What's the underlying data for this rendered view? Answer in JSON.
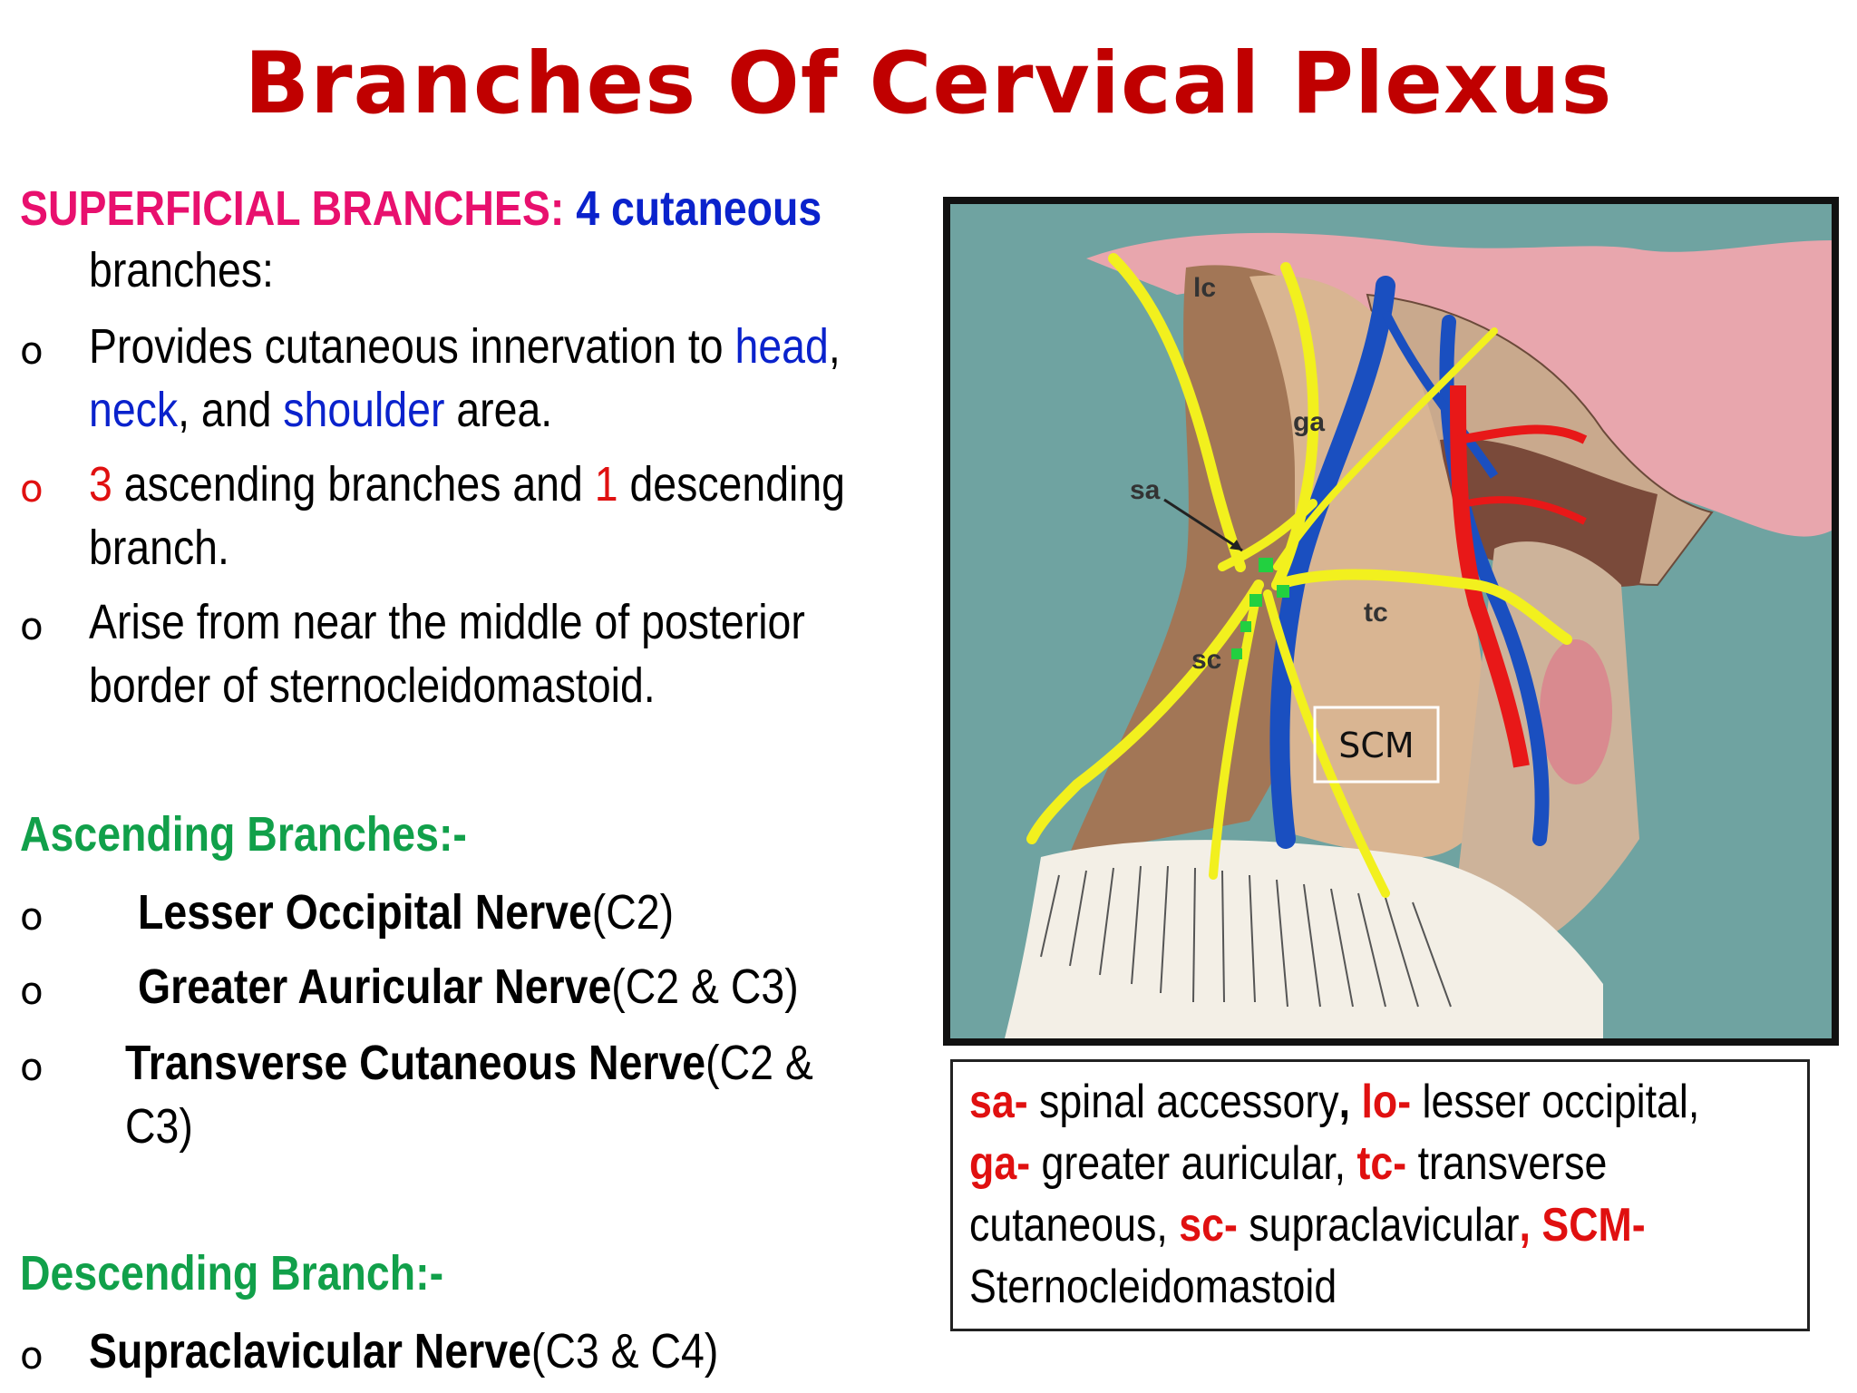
{
  "title": "Branches Of Cervical Plexus",
  "superficial": {
    "heading": "SUPERFICIAL BRANCHES:",
    "count": "4 cutaneous",
    "cont": "branches:",
    "bullet_char": "o",
    "b1": {
      "pre": " Provides cutaneous innervation to ",
      "head": "head",
      "comma": ",",
      "neck": "neck",
      "mid": ", and ",
      "shoulder": "shoulder",
      "end": " area."
    },
    "b2": {
      "n1": "3",
      "mid": " ascending branches and ",
      "n2": "1",
      "end": " descending",
      "cont": "branch."
    },
    "b3": {
      "l1": "Arise from near the middle of posterior",
      "l2": "border of sternocleidomastoid."
    }
  },
  "ascending": {
    "heading": "Ascending Branches:-",
    "items": [
      {
        "name": "Lesser Occipital Nerve",
        "roots": "(C2)"
      },
      {
        "name": "Greater Auricular Nerve",
        "roots": "(C2 & C3)"
      },
      {
        "name": "Transverse Cutaneous Nerve",
        "roots": "(C2 &",
        "roots_cont": "C3)"
      }
    ]
  },
  "descending": {
    "heading": "Descending Branch:-",
    "items": [
      {
        "name": "Supraclavicular Nerve",
        "roots": "(C3 & C4)"
      }
    ]
  },
  "figure": {
    "labels": {
      "lc": "lc",
      "ga": "ga",
      "sa": "sa",
      "tc": "tc",
      "sc": "sc",
      "scm": "SCM"
    }
  },
  "legend": {
    "sa_abbr": "sa-",
    "sa_text": " spinal accessory",
    "comma1": ",",
    "lo_abbr": "lo-",
    "lo_text": " lesser occipital,",
    "ga_abbr": "ga-",
    "ga_text": " greater auricular, ",
    "tc_abbr": "tc-",
    "tc_text": " transverse",
    "tc_cont": "cutaneous, ",
    "sc_abbr": "sc-",
    "sc_text": " supraclavicular",
    "comma2": ",",
    "scm_abbr": " SCM-",
    "scm_text": "Sternocleidomastoid"
  },
  "colors": {
    "title": "#c00000",
    "pink": "#e8106e",
    "blue": "#0a22cc",
    "red": "#e01010",
    "green": "#11a04a",
    "nerve": "#f2f01e",
    "vein": "#1a4fc0",
    "artery": "#e81818"
  }
}
